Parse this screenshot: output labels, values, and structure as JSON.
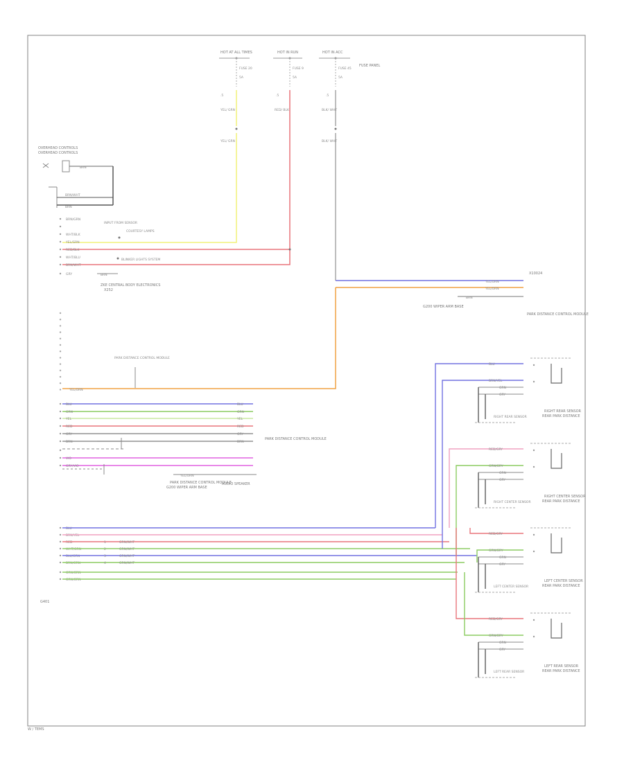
{
  "frame": {
    "page_ref": "W / TEMS",
    "ground_label": "G401"
  },
  "colors": {
    "yellow": "#f2f27a",
    "red": "#e8747a",
    "pink": "#f0a0c0",
    "blue": "#7070e0",
    "green": "#8ccc60",
    "orange": "#f0a040",
    "magenta": "#e060e0",
    "lightgreen": "#c8e8a0",
    "gray": "#909090",
    "frame": "#808080"
  },
  "fuses": {
    "f1": {
      "top": "HOT AT ALL TIMES",
      "num": "FUSE 20",
      "amp": "5A"
    },
    "f2": {
      "top": "HOT IN RUN",
      "num": "FUSE 9",
      "amp": "5A"
    },
    "f3": {
      "top": "HOT IN ACC",
      "num": "FUSE 45",
      "amp": "5A"
    },
    "panel": "FUSE PANEL"
  },
  "wires_top": {
    "w1": {
      "gauge": ".5",
      "color": "YEL/ GRN"
    },
    "w2": {
      "gauge": ".5",
      "color": "RED/ BLK"
    },
    "w3": {
      "gauge": ".5",
      "color": "BLK/ WHT"
    }
  },
  "sensor_switch": {
    "title": "OVERHEAD CONTROLS",
    "wire": "BRN",
    "pin1": "BRN/WHT",
    "pin2": "BRN"
  },
  "module": {
    "left_pins": [
      "BRN/GRN",
      "",
      "WHT/BLK",
      "YEL/GRN",
      "RED/BLK",
      "WHT/BLU",
      "BRN/WHT",
      "GRY"
    ],
    "notes": [
      "INPUT FROM SENSOR",
      "COURTESY LAMPS",
      "BLINKER LIGHTS SYSTEM"
    ],
    "bottom": "BRN",
    "name": "ZKE CENTRAL BODY ELECTRONICS",
    "conn": "X252"
  },
  "obs_ctrl": {
    "pins": [
      "YEL/ORN",
      "YEL/ORN",
      "BRN"
    ],
    "label": "PARK DISTANCE CONTROL MODULE",
    "ground": "G200 WIPER ARM BASE",
    "top_code": "X10024"
  },
  "mid_conn": {
    "note": "PARK DISTANCE CONTROL MODULE",
    "wire": "YEL/ORN"
  },
  "lower_left": {
    "wires": [
      "BLU",
      "GRN",
      "YEL",
      "RED",
      "GRY",
      "BRN",
      "",
      "VIO",
      "GRY/VIO"
    ],
    "right_wires": [
      "BLU",
      "GRN",
      "YEL",
      "RED",
      "GRY",
      "BRN"
    ],
    "box": "PARK DISTANCE CONTROL MODULE",
    "ground": "G200 WIPER ARM BASE",
    "speaker": "AUDIO SPEAKER"
  },
  "bus_pins": [
    "BLU",
    "BRN/YEL",
    "RED",
    "WHT/GRN",
    "BLU/GRN",
    "BRN/GRN",
    "GRN/GRN",
    "GRN/GRN"
  ],
  "bus_codes": [
    "GRN/WHT",
    "GRN/WHT",
    "GRN/WHT",
    "GRN/WHT"
  ],
  "sensors": [
    {
      "name": "RIGHT REAR SENSOR",
      "sub": "REAR PARK DISTANCE",
      "w1": "BLU",
      "w2": "BRN/YEL",
      "w3": "GRN",
      "w4": "GRY"
    },
    {
      "name": "RIGHT CENTER SENSOR",
      "sub": "REAR PARK DISTANCE",
      "w1": "RED/GRY",
      "w2": "GRN/GRY",
      "w3": "GRN",
      "w4": "GRY"
    },
    {
      "name": "LEFT CENTER SENSOR",
      "sub": "REAR PARK DISTANCE",
      "w1": "RED/GRY",
      "w2": "GRN/GRY",
      "w3": "GRN",
      "w4": "GRY"
    },
    {
      "name": "LEFT REAR SENSOR",
      "sub": "REAR PARK DISTANCE",
      "w1": "RED/GRY",
      "w2": "GRN/GRY",
      "w3": "GRN",
      "w4": "GRY"
    }
  ]
}
